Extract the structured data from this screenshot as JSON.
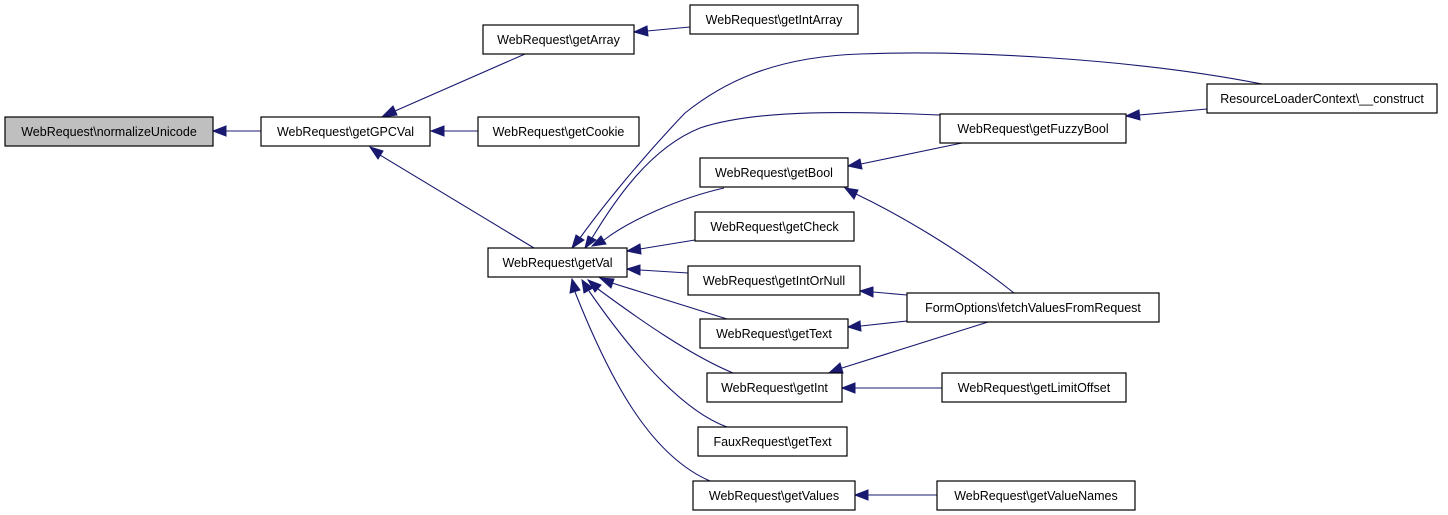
{
  "diagram": {
    "type": "doxygen-caller-graph",
    "colors": {
      "edge": "#191970",
      "root_fill": "#bfbfbf",
      "node_fill": "#ffffff",
      "border": "#000000"
    },
    "nodes": [
      {
        "id": "normalizeUnicode",
        "label": "WebRequest\\normalizeUnicode",
        "root": true
      },
      {
        "id": "getGPCVal",
        "label": "WebRequest\\getGPCVal"
      },
      {
        "id": "getArray",
        "label": "WebRequest\\getArray"
      },
      {
        "id": "getIntArray",
        "label": "WebRequest\\getIntArray"
      },
      {
        "id": "getCookie",
        "label": "WebRequest\\getCookie"
      },
      {
        "id": "getVal",
        "label": "WebRequest\\getVal"
      },
      {
        "id": "ResourceLoaderContextConstruct",
        "label": "ResourceLoaderContext\\__construct"
      },
      {
        "id": "getFuzzyBool",
        "label": "WebRequest\\getFuzzyBool"
      },
      {
        "id": "getBool",
        "label": "WebRequest\\getBool"
      },
      {
        "id": "getCheck",
        "label": "WebRequest\\getCheck"
      },
      {
        "id": "getIntOrNull",
        "label": "WebRequest\\getIntOrNull"
      },
      {
        "id": "fetchValuesFromRequest",
        "label": "FormOptions\\fetchValuesFromRequest"
      },
      {
        "id": "getText",
        "label": "WebRequest\\getText"
      },
      {
        "id": "getInt",
        "label": "WebRequest\\getInt"
      },
      {
        "id": "getLimitOffset",
        "label": "WebRequest\\getLimitOffset"
      },
      {
        "id": "fauxGetText",
        "label": "FauxRequest\\getText"
      },
      {
        "id": "getValues",
        "label": "WebRequest\\getValues"
      },
      {
        "id": "getValueNames",
        "label": "WebRequest\\getValueNames"
      }
    ],
    "edges": [
      {
        "from": "getGPCVal",
        "to": "normalizeUnicode"
      },
      {
        "from": "getArray",
        "to": "getGPCVal"
      },
      {
        "from": "getCookie",
        "to": "getGPCVal"
      },
      {
        "from": "getVal",
        "to": "getGPCVal"
      },
      {
        "from": "getIntArray",
        "to": "getArray"
      },
      {
        "from": "ResourceLoaderContextConstruct",
        "to": "getVal"
      },
      {
        "from": "getFuzzyBool",
        "to": "getVal"
      },
      {
        "from": "getBool",
        "to": "getVal"
      },
      {
        "from": "getCheck",
        "to": "getVal"
      },
      {
        "from": "getIntOrNull",
        "to": "getVal"
      },
      {
        "from": "getText",
        "to": "getVal"
      },
      {
        "from": "getInt",
        "to": "getVal"
      },
      {
        "from": "fauxGetText",
        "to": "getVal"
      },
      {
        "from": "getValues",
        "to": "getVal"
      },
      {
        "from": "ResourceLoaderContextConstruct",
        "to": "getFuzzyBool"
      },
      {
        "from": "getFuzzyBool",
        "to": "getBool"
      },
      {
        "from": "fetchValuesFromRequest",
        "to": "getBool"
      },
      {
        "from": "fetchValuesFromRequest",
        "to": "getIntOrNull"
      },
      {
        "from": "fetchValuesFromRequest",
        "to": "getText"
      },
      {
        "from": "fetchValuesFromRequest",
        "to": "getInt"
      },
      {
        "from": "getLimitOffset",
        "to": "getInt"
      },
      {
        "from": "getValueNames",
        "to": "getValues"
      }
    ]
  }
}
